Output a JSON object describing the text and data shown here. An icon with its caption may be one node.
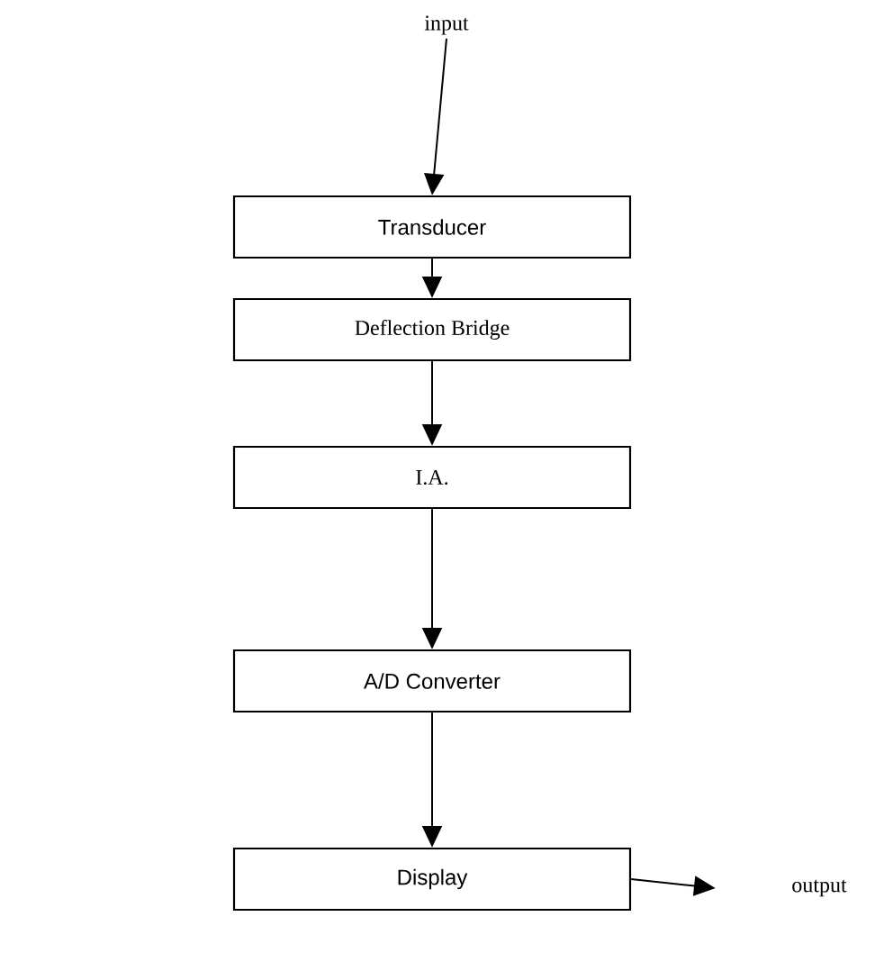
{
  "diagram": {
    "nodes": [
      {
        "text": [
          "input"
        ]
      },
      {
        "text": [
          "Transducer"
        ]
      },
      {
        "text": [
          "Deflection Bridge"
        ]
      },
      {
        "text": [
          "I.A."
        ]
      },
      {
        "text": [
          "A/D Converter"
        ]
      },
      {
        "text": [
          "Display"
        ]
      },
      {
        "text": [
          "output"
        ]
      }
    ],
    "edges": [
      {
        "from": 0,
        "to": 1,
        "arrow": "to"
      },
      {
        "from": 1,
        "to": 2,
        "arrow": "to"
      },
      {
        "from": 2,
        "to": 3,
        "arrow": "to"
      },
      {
        "from": 3,
        "to": 4,
        "arrow": "to"
      },
      {
        "from": 4,
        "to": 5,
        "arrow": "to"
      },
      {
        "from": 5,
        "to": 6,
        "arrow": "to"
      }
    ]
  }
}
